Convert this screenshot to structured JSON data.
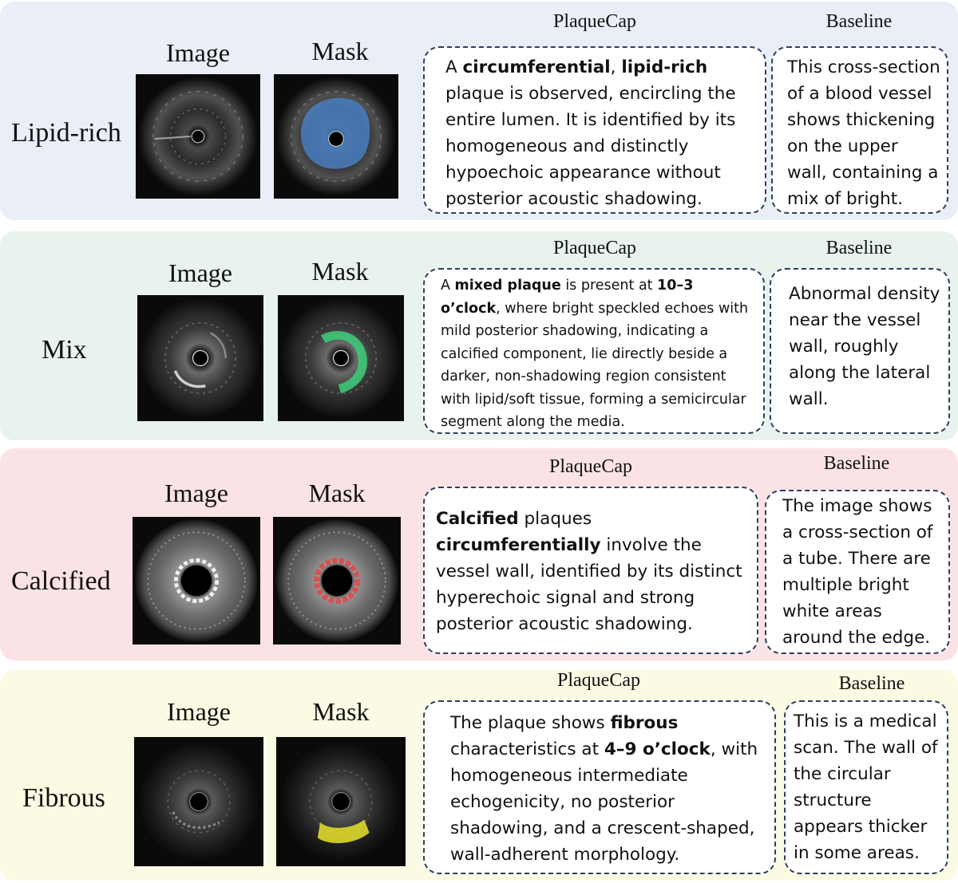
{
  "panels": [
    {
      "category": "Lipid-rich",
      "image_label": "Image",
      "mask_label": "Mask",
      "plaquecap_label": "PlaqueCap",
      "baseline_label": "Baseline",
      "mask_color": "#4a7fc1",
      "plaquecap_caption": [
        {
          "t": "A ",
          "b": false
        },
        {
          "t": "circumferential",
          "b": true
        },
        {
          "t": ", ",
          "b": false
        },
        {
          "t": "lipid-rich",
          "b": true
        },
        {
          "t": " plaque is observed, encircling the entire lumen. It is identified by its homogeneous and distinctly hypoechoic appearance without posterior acoustic shadowing.",
          "b": false
        }
      ],
      "baseline_caption": "This cross-section of a blood vessel shows thickening on the upper wall, containing a mix of bright."
    },
    {
      "category": "Mix",
      "image_label": "Image",
      "mask_label": "Mask",
      "plaquecap_label": "PlaqueCap",
      "baseline_label": "Baseline",
      "mask_color": "#3dcf7a",
      "plaquecap_caption": [
        {
          "t": "A ",
          "b": false
        },
        {
          "t": "mixed plaque",
          "b": true
        },
        {
          "t": " is present at ",
          "b": false
        },
        {
          "t": "10–3 o’clock",
          "b": true
        },
        {
          "t": ", where bright speckled echoes with mild posterior shadowing, indicating a calcified component, lie directly beside a darker, non-shadowing region consistent with lipid/soft tissue, forming a semicircular segment along the media.",
          "b": false
        }
      ],
      "baseline_caption": "Abnormal density near the vessel wall, roughly along the lateral wall."
    },
    {
      "category": "Calcified",
      "image_label": "Image",
      "mask_label": "Mask",
      "plaquecap_label": "PlaqueCap",
      "baseline_label": "Baseline",
      "mask_color": "#e04848",
      "plaquecap_caption": [
        {
          "t": "Calcified",
          "b": true
        },
        {
          "t": " plaques  ",
          "b": false
        },
        {
          "t": "circumferentially",
          "b": true
        },
        {
          "t": " involve the vessel wall, identified by its distinct hyperechoic signal and strong posterior acoustic shadowing.",
          "b": false
        }
      ],
      "baseline_caption": "The image shows a cross-section of a tube. There are multiple bright white areas around the edge."
    },
    {
      "category": "Fibrous",
      "image_label": "Image",
      "mask_label": "Mask",
      "plaquecap_label": "PlaqueCap",
      "baseline_label": "Baseline",
      "mask_color": "#e2de2c",
      "plaquecap_caption": [
        {
          "t": "The plaque shows ",
          "b": false
        },
        {
          "t": "fibrous",
          "b": true
        },
        {
          "t": " characteristics at ",
          "b": false
        },
        {
          "t": "4–9 o’clock",
          "b": true
        },
        {
          "t": ", with homogeneous intermediate echogenicity, no posterior shadowing, and a crescent-shaped, wall-adherent morphology.",
          "b": false
        }
      ],
      "baseline_caption": "This is a medical scan. The wall of the circular structure appears thicker in some areas."
    }
  ],
  "panel_colors": [
    "#e9eef7",
    "#e7f3ec",
    "#fbe3e5",
    "#fbfbe3"
  ]
}
